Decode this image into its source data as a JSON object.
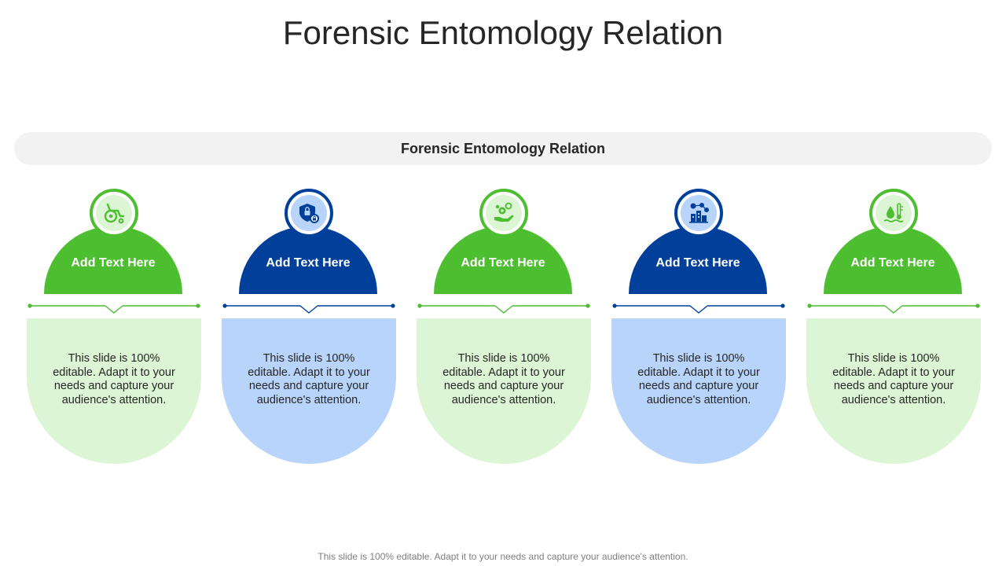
{
  "title": "Forensic Entomology Relation",
  "banner": "Forensic Entomology Relation",
  "colors": {
    "green": "#4cbe2f",
    "green_light": "#dcf5d4",
    "blue": "#003f9a",
    "blue_light": "#b8d4fb"
  },
  "columns": [
    {
      "heading": "Add Text Here",
      "text": "This slide is 100% editable. Adapt it to your needs and capture your audience's attention.",
      "icon": "wheelchair-icon",
      "theme": "green"
    },
    {
      "heading": "Add Text Here",
      "text": "This slide is 100% editable. Adapt it to your needs and capture your audience's attention.",
      "icon": "shield-lock-icon",
      "theme": "blue"
    },
    {
      "heading": "Add Text Here",
      "text": "This slide is 100% editable. Adapt it to your needs and capture your audience's attention.",
      "icon": "hand-coins-icon",
      "theme": "green"
    },
    {
      "heading": "Add Text Here",
      "text": "This slide is 100% editable. Adapt it to your needs and capture your audience's attention.",
      "icon": "city-network-icon",
      "theme": "blue"
    },
    {
      "heading": "Add Text Here",
      "text": "This slide is 100% editable. Adapt it to your needs and capture your audience's attention.",
      "icon": "water-thermometer-icon",
      "theme": "green"
    }
  ],
  "footer": "This slide is 100% editable. Adapt it to your needs and capture your audience's attention."
}
